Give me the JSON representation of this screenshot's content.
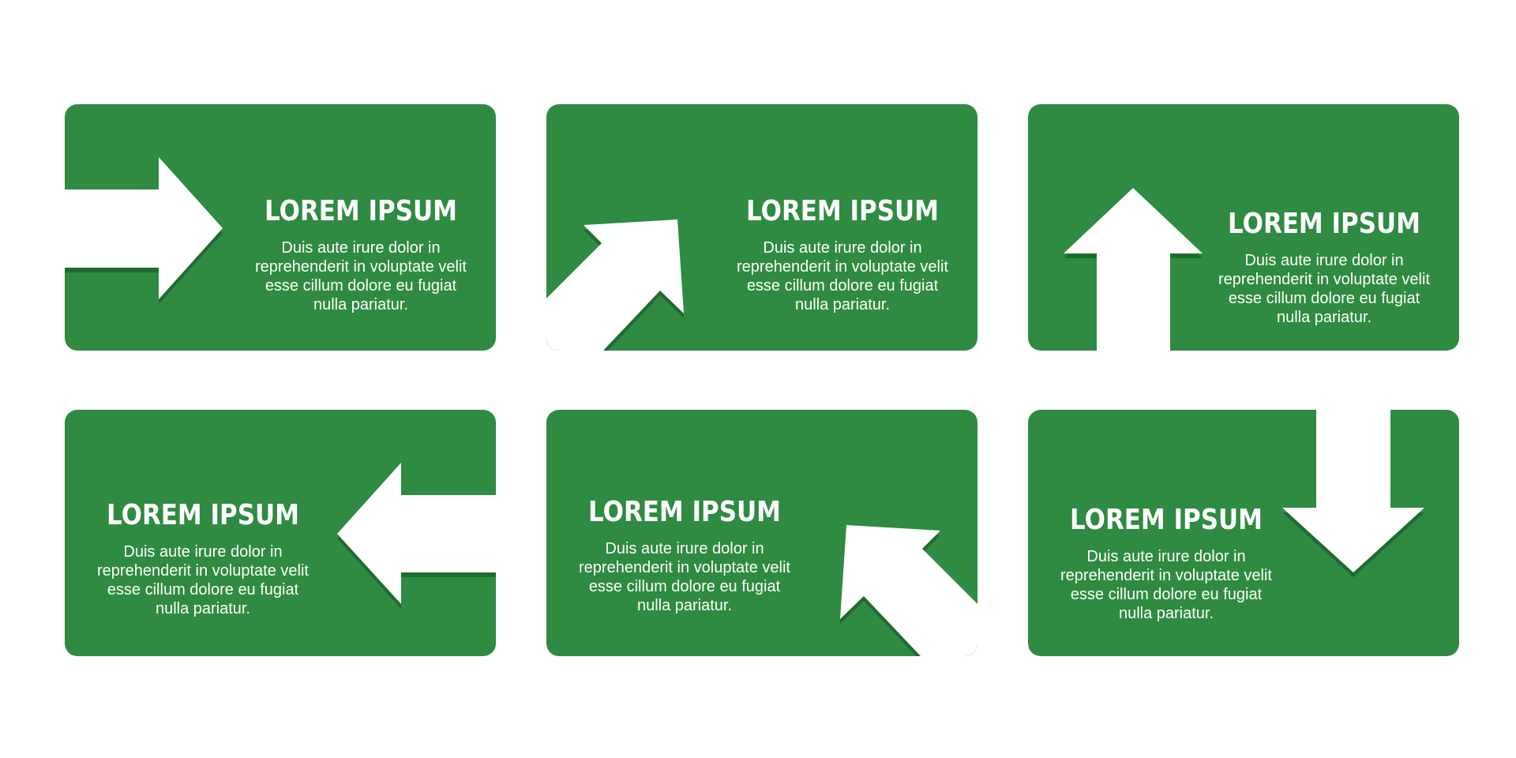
{
  "colors": {
    "card": "#2e8b41",
    "shadow": "#1f6b2e",
    "arrow": "#ffffff",
    "background": "#ffffff"
  },
  "cards": [
    {
      "title": "LOREM IPSUM",
      "body": "Duis aute irure dolor in reprehenderit in voluptate velit esse cillum dolore eu fugiat nulla pariatur.",
      "arrow_icon": "arrow-right-icon"
    },
    {
      "title": "LOREM IPSUM",
      "body": "Duis aute irure dolor in reprehenderit in voluptate velit esse cillum dolore eu fugiat nulla pariatur.",
      "arrow_icon": "arrow-up-right-icon"
    },
    {
      "title": "LOREM IPSUM",
      "body": "Duis aute irure dolor in reprehenderit in voluptate velit esse cillum dolore eu fugiat nulla pariatur.",
      "arrow_icon": "arrow-up-icon"
    },
    {
      "title": "LOREM IPSUM",
      "body": "Duis aute irure dolor in reprehenderit in voluptate velit esse cillum dolore eu fugiat nulla pariatur.",
      "arrow_icon": "arrow-left-icon"
    },
    {
      "title": "LOREM IPSUM",
      "body": "Duis aute irure dolor in reprehenderit in voluptate velit esse cillum dolore eu fugiat nulla pariatur.",
      "arrow_icon": "arrow-up-left-icon"
    },
    {
      "title": "LOREM IPSUM",
      "body": "Duis aute irure dolor in reprehenderit in voluptate velit esse cillum dolore eu fugiat nulla pariatur.",
      "arrow_icon": "arrow-down-icon"
    }
  ]
}
